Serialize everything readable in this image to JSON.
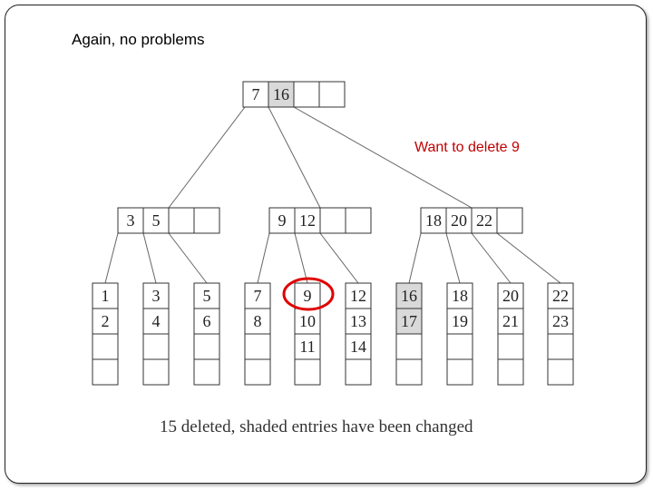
{
  "title": "Again, no problems",
  "annotation": "Want to delete 9",
  "caption": "15 deleted, shaded entries have been changed",
  "colors": {
    "annotation": "#c00000",
    "shaded": "#d9d9d9",
    "highlight_circle": "#e00000"
  },
  "highlight": {
    "node": "leaf-5",
    "key": "9"
  },
  "tree": {
    "root": {
      "keys": [
        "7",
        "16",
        "",
        ""
      ],
      "shaded": [
        false,
        true,
        false,
        false
      ]
    },
    "internal": [
      {
        "keys": [
          "3",
          "5",
          "",
          ""
        ],
        "shaded": [
          false,
          false,
          false,
          false
        ]
      },
      {
        "keys": [
          "9",
          "12",
          "",
          ""
        ],
        "shaded": [
          false,
          false,
          false,
          false
        ]
      },
      {
        "keys": [
          "18",
          "20",
          "22",
          ""
        ],
        "shaded": [
          false,
          false,
          false,
          false
        ]
      }
    ],
    "leaves": [
      {
        "keys": [
          "1",
          "2",
          "",
          ""
        ],
        "shaded": [
          false,
          false,
          false,
          false
        ]
      },
      {
        "keys": [
          "3",
          "4",
          "",
          ""
        ],
        "shaded": [
          false,
          false,
          false,
          false
        ]
      },
      {
        "keys": [
          "5",
          "6",
          "",
          ""
        ],
        "shaded": [
          false,
          false,
          false,
          false
        ]
      },
      {
        "keys": [
          "7",
          "8",
          "",
          ""
        ],
        "shaded": [
          false,
          false,
          false,
          false
        ]
      },
      {
        "keys": [
          "9",
          "10",
          "11",
          ""
        ],
        "shaded": [
          false,
          false,
          false,
          false
        ]
      },
      {
        "keys": [
          "12",
          "13",
          "14",
          ""
        ],
        "shaded": [
          false,
          false,
          false,
          false
        ]
      },
      {
        "keys": [
          "16",
          "17",
          "",
          ""
        ],
        "shaded": [
          true,
          true,
          false,
          false
        ]
      },
      {
        "keys": [
          "18",
          "19",
          "",
          ""
        ],
        "shaded": [
          false,
          false,
          false,
          false
        ]
      },
      {
        "keys": [
          "20",
          "21",
          "",
          ""
        ],
        "shaded": [
          false,
          false,
          false,
          false
        ]
      },
      {
        "keys": [
          "22",
          "23",
          "",
          ""
        ],
        "shaded": [
          false,
          false,
          false,
          false
        ]
      }
    ]
  }
}
